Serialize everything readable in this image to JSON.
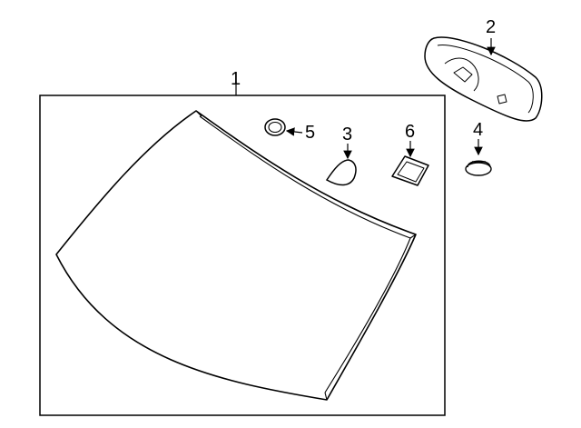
{
  "callouts": {
    "windshield": "1",
    "mirror": "2",
    "mirror_pad": "3",
    "mirror_mount": "4",
    "sensor_ring": "5",
    "sensor_pad": "6"
  },
  "colors": {
    "line": "#000000",
    "background": "#ffffff"
  }
}
